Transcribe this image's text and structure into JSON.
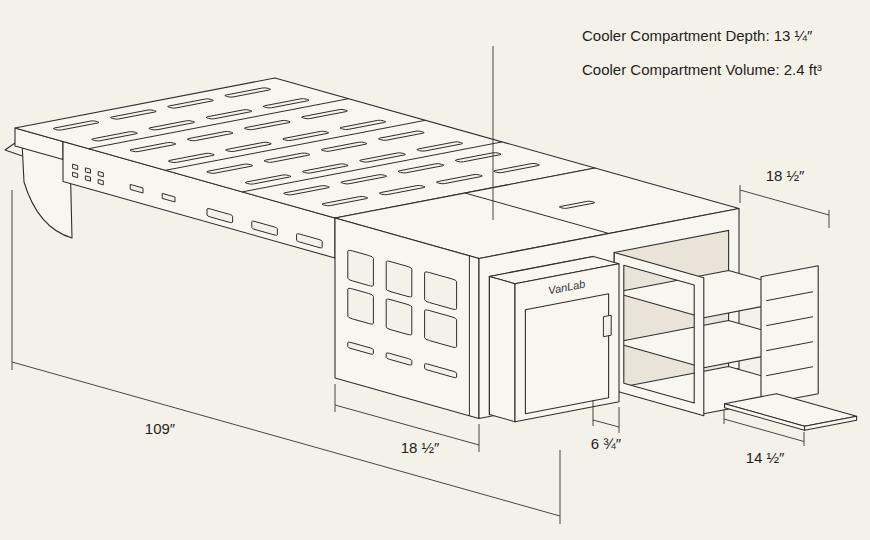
{
  "diagram": {
    "labels": [
      "Cooler Compartment Depth: 13 ¼″",
      "Cooler Compartment Volume: 2.4 ft³",
      "18 ½″",
      "VanLab",
      "109″",
      "18 ½″",
      "6 ¾″",
      "14 ½″"
    ]
  }
}
